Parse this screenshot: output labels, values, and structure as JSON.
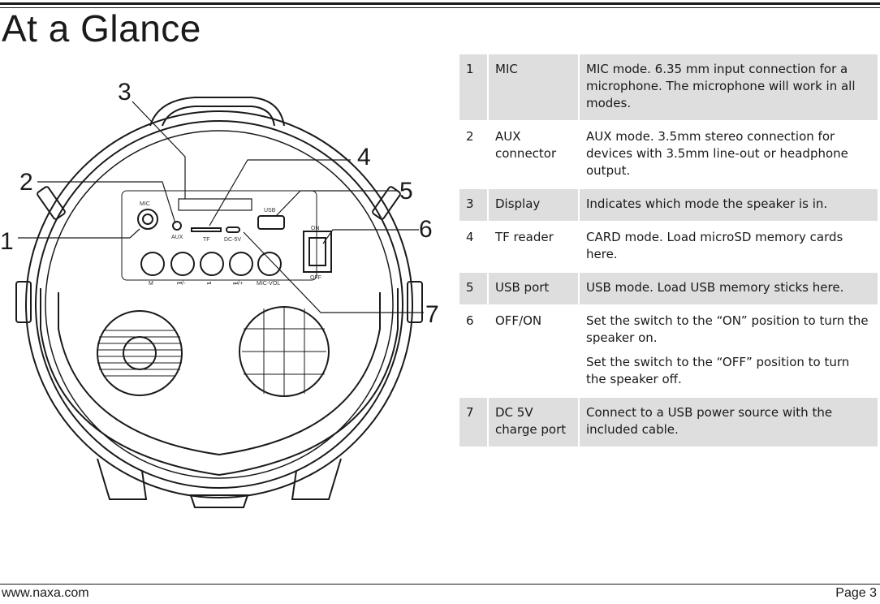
{
  "header": {
    "title": "At a Glance"
  },
  "diagram": {
    "callouts": [
      "1",
      "2",
      "3",
      "4",
      "5",
      "6",
      "7"
    ],
    "panel_labels": {
      "mic": "MIC",
      "aux": "AUX",
      "tf": "TF",
      "dc": "DC-5V",
      "usb": "USB",
      "on": "ON",
      "off": "OFF",
      "mode": "M",
      "prev": "⏮/-",
      "play": "⏯",
      "next": "⏭/+",
      "mic_vol": "MIC-VOL"
    }
  },
  "table": {
    "rows": [
      {
        "num": "1",
        "name": "MIC",
        "desc": [
          "MIC mode. 6.35 mm input connection for a microphone. The microphone will work in all modes."
        ],
        "shaded": true
      },
      {
        "num": "2",
        "name": "AUX connector",
        "desc": [
          "AUX mode. 3.5mm stereo connection for devices with 3.5mm line-out or headphone output."
        ],
        "shaded": false
      },
      {
        "num": "3",
        "name": "Display",
        "desc": [
          "Indicates which mode the speaker is in."
        ],
        "shaded": true
      },
      {
        "num": "4",
        "name": "TF reader",
        "desc": [
          "CARD mode. Load microSD memory cards here."
        ],
        "shaded": false
      },
      {
        "num": "5",
        "name": "USB port",
        "desc": [
          "USB mode. Load USB memory sticks here."
        ],
        "shaded": true
      },
      {
        "num": "6",
        "name": "OFF/ON",
        "desc": [
          "Set the switch to the “ON” position to turn the speaker on.",
          "Set the switch to the “OFF” position to turn the speaker off."
        ],
        "shaded": false
      },
      {
        "num": "7",
        "name": "DC 5V charge port",
        "desc": [
          "Connect to a USB power source with the included cable."
        ],
        "shaded": true
      }
    ]
  },
  "footer": {
    "website": "www.naxa.com",
    "page": "Page 3"
  }
}
